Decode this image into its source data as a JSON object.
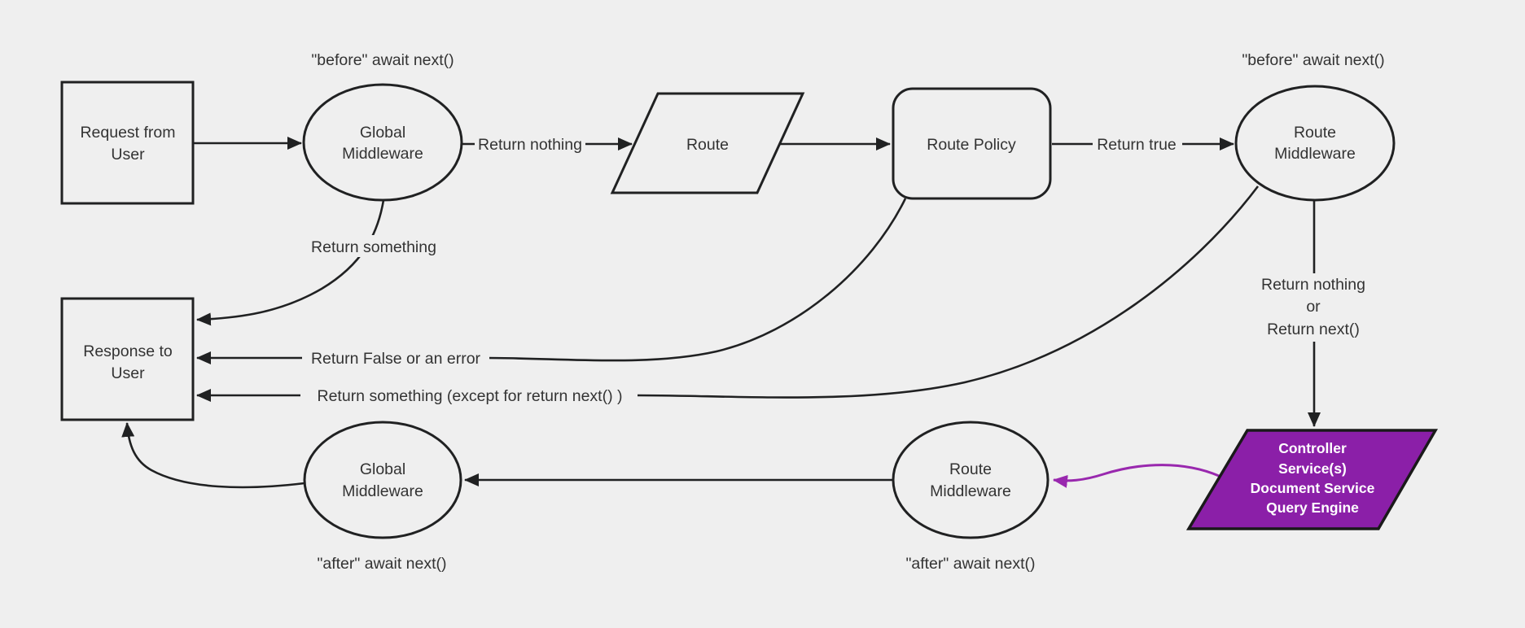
{
  "colors": {
    "background": "#efefef",
    "stroke": "#202122",
    "text": "#333333",
    "purple_fill": "#8b1fa8",
    "purple_stroke": "#1a1a1a",
    "purple_arrow": "#9928ae",
    "purple_text": "#ffffff"
  },
  "nodes": {
    "request": {
      "lines": [
        "Request from",
        "User"
      ]
    },
    "global_middleware_top": {
      "lines": [
        "Global",
        "Middleware"
      ]
    },
    "route": {
      "label": "Route"
    },
    "route_policy": {
      "label": "Route Policy"
    },
    "route_middleware_top": {
      "lines": [
        "Route",
        "Middleware"
      ]
    },
    "response": {
      "lines": [
        "Response to",
        "User"
      ]
    },
    "route_middleware_bottom": {
      "lines": [
        "Route",
        "Middleware"
      ]
    },
    "global_middleware_bottom": {
      "lines": [
        "Global",
        "Middleware"
      ]
    },
    "controller_stack": {
      "lines": [
        "Controller",
        "Service(s)",
        "Document Service",
        "Query Engine"
      ]
    }
  },
  "annotations": {
    "before_global": "\"before\" await next()",
    "before_route": "\"before\" await next()",
    "after_global": "\"after\" await next()",
    "after_route": "\"after\" await next()"
  },
  "edge_labels": {
    "return_nothing": "Return nothing",
    "return_true": "Return true",
    "return_something": "Return something",
    "return_false_error": "Return False or an error",
    "return_something_except": "Return something (except for return next() )",
    "return_nothing_or": {
      "lines": [
        "Return nothing",
        "or",
        "Return next()"
      ]
    }
  }
}
